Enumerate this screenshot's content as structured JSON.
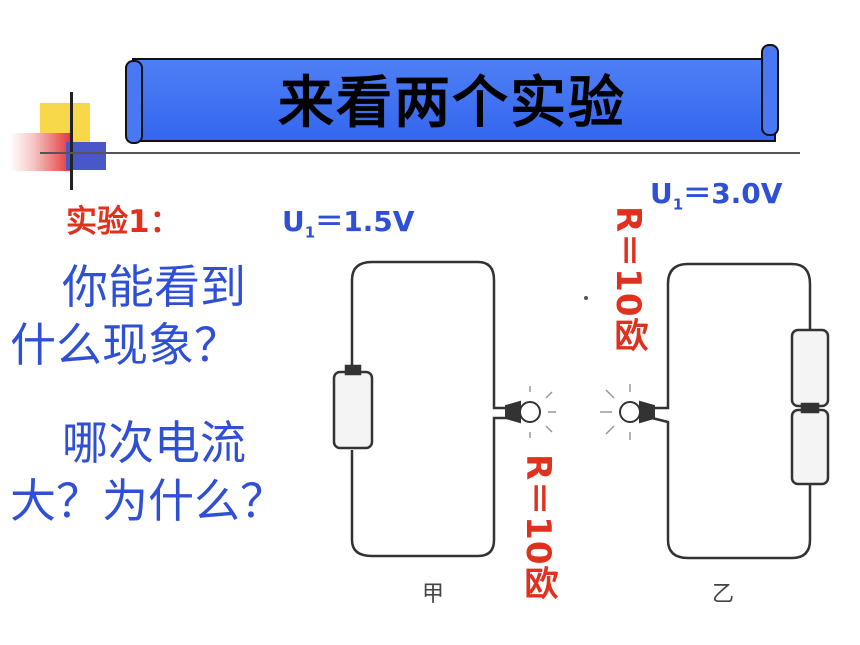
{
  "title": "来看两个实验",
  "experiment_label": "实验1：",
  "circuit_left": {
    "voltage_main": "U",
    "voltage_sub": "1",
    "voltage_value": "＝1.5V",
    "resistance": "R＝10欧",
    "caption": "甲"
  },
  "circuit_right": {
    "voltage_main": "U",
    "voltage_sub": "1",
    "voltage_value": "＝3.0V",
    "resistance": "R＝10欧",
    "caption": "乙"
  },
  "question1": "你能看到什么现象？",
  "question1_line1": "你能看到",
  "question1_line2": "什么现象？",
  "question2_line1": "哪次电流",
  "question2_line2": "大？为什么？",
  "colors": {
    "banner": "#3466ef",
    "red_text": "#e0301e",
    "blue_text": "#2e4fd6"
  }
}
